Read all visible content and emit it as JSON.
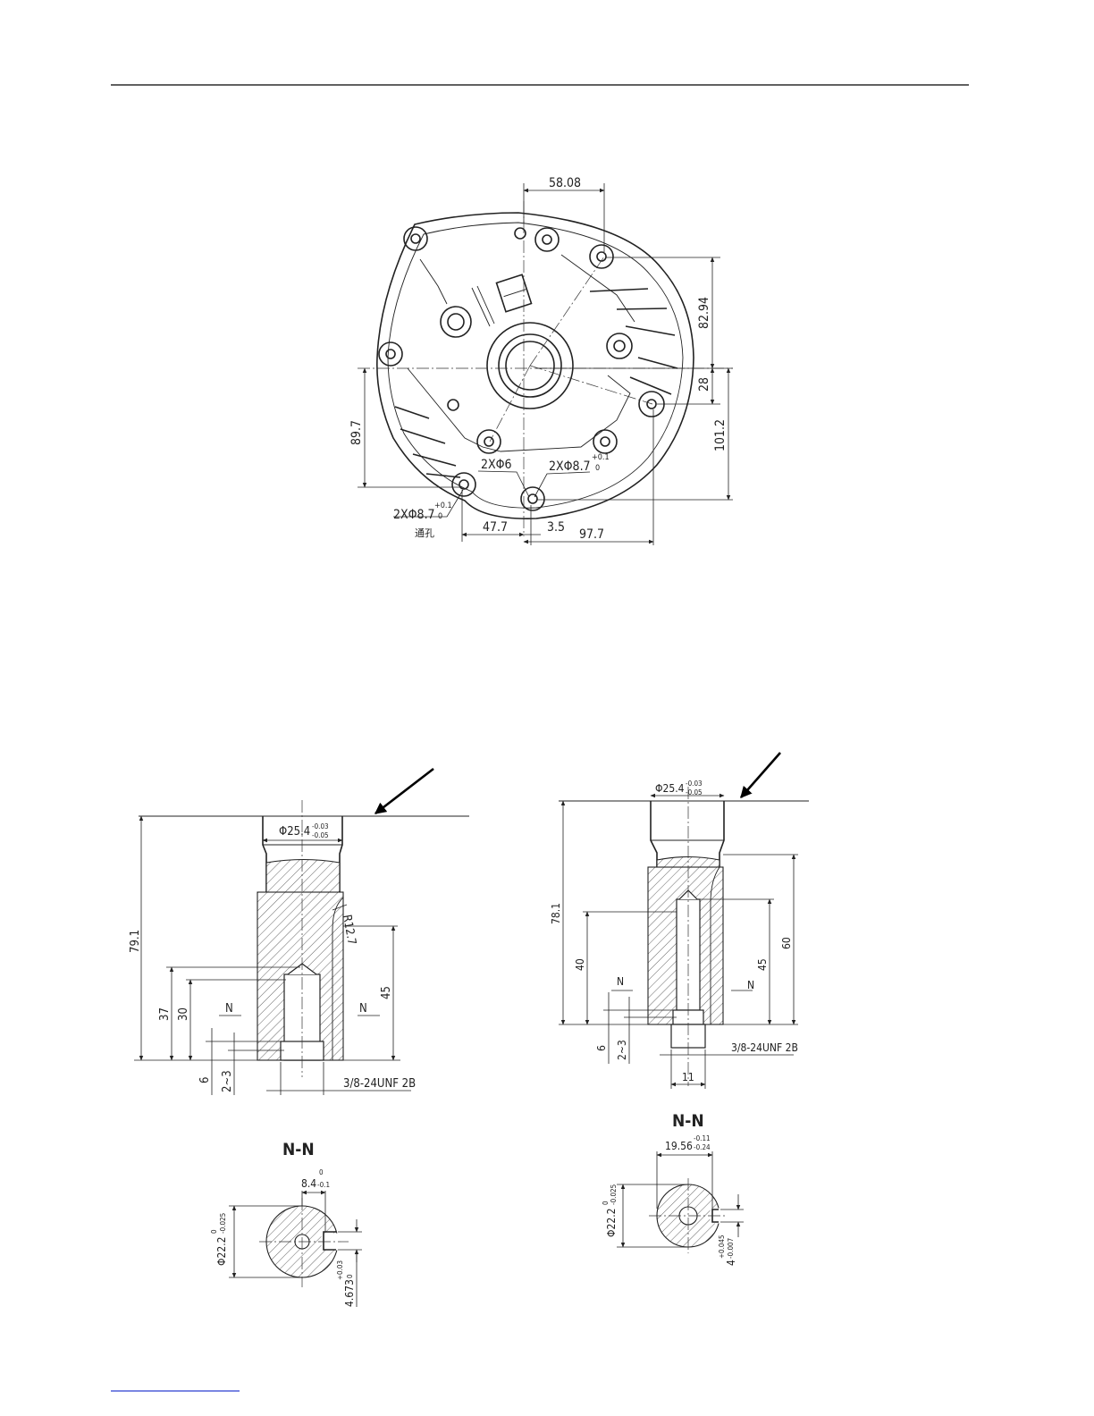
{
  "colors": {
    "ink": "#222222",
    "paper": "#ffffff",
    "arrow": "#000000"
  },
  "end_view": {
    "dims": {
      "top_width": "58.08",
      "right_upper": "82.94",
      "right_offset": "28",
      "right_lower": "101.2",
      "left_height": "89.7",
      "bottom_left": "47.7",
      "bottom_mid": "3.5",
      "bottom_right": "97.7"
    },
    "hole_small": "2XΦ6",
    "hole_mid_main": "2XΦ8.7",
    "hole_mid_tol_up": "+0.1",
    "hole_mid_tol_lo": "0",
    "hole_left_main": "2XΦ8.7",
    "hole_left_tol_up": "+0.1",
    "hole_left_tol_lo": "0",
    "through_note": "通孔"
  },
  "left_shaft": {
    "dia_main": "Φ25.4",
    "dia_tol_up": "-0.03",
    "dia_tol_lo": "-0.05",
    "overall": "79.1",
    "dim_37": "37",
    "dim_30": "30",
    "dim_6": "6",
    "dim_2_3": "2~3",
    "radius": "R12.7",
    "dim_45": "45",
    "thread": "3/8-24UNF 2B",
    "section_mark": "N"
  },
  "left_section": {
    "title": "N-N",
    "width_main": "8.4",
    "width_tol_up": "0",
    "width_tol_lo": "-0.1",
    "dia_main": "Φ22.2",
    "dia_tol_up": "0",
    "dia_tol_lo": "-0.025",
    "key_main": "4.673",
    "key_tol_up": "+0.03",
    "key_tol_lo": "0"
  },
  "right_shaft": {
    "dia_main": "Φ25.4",
    "dia_tol_up": "-0.03",
    "dia_tol_lo": "-0.05",
    "overall": "78.1",
    "dim_40": "40",
    "dim_6": "6",
    "dim_2_3": "2~3",
    "dim_45": "45",
    "dim_60": "60",
    "dim_11": "11",
    "thread": "3/8-24UNF 2B",
    "section_mark": "N"
  },
  "right_section": {
    "title": "N-N",
    "width_main": "19.56",
    "width_tol_up": "-0.11",
    "width_tol_lo": "-0.24",
    "dia_main": "Φ22.2",
    "dia_tol_up": "0",
    "dia_tol_lo": "-0.025",
    "key_main": "4",
    "key_tol_up": "+0.045",
    "key_tol_lo": "-0.007"
  }
}
